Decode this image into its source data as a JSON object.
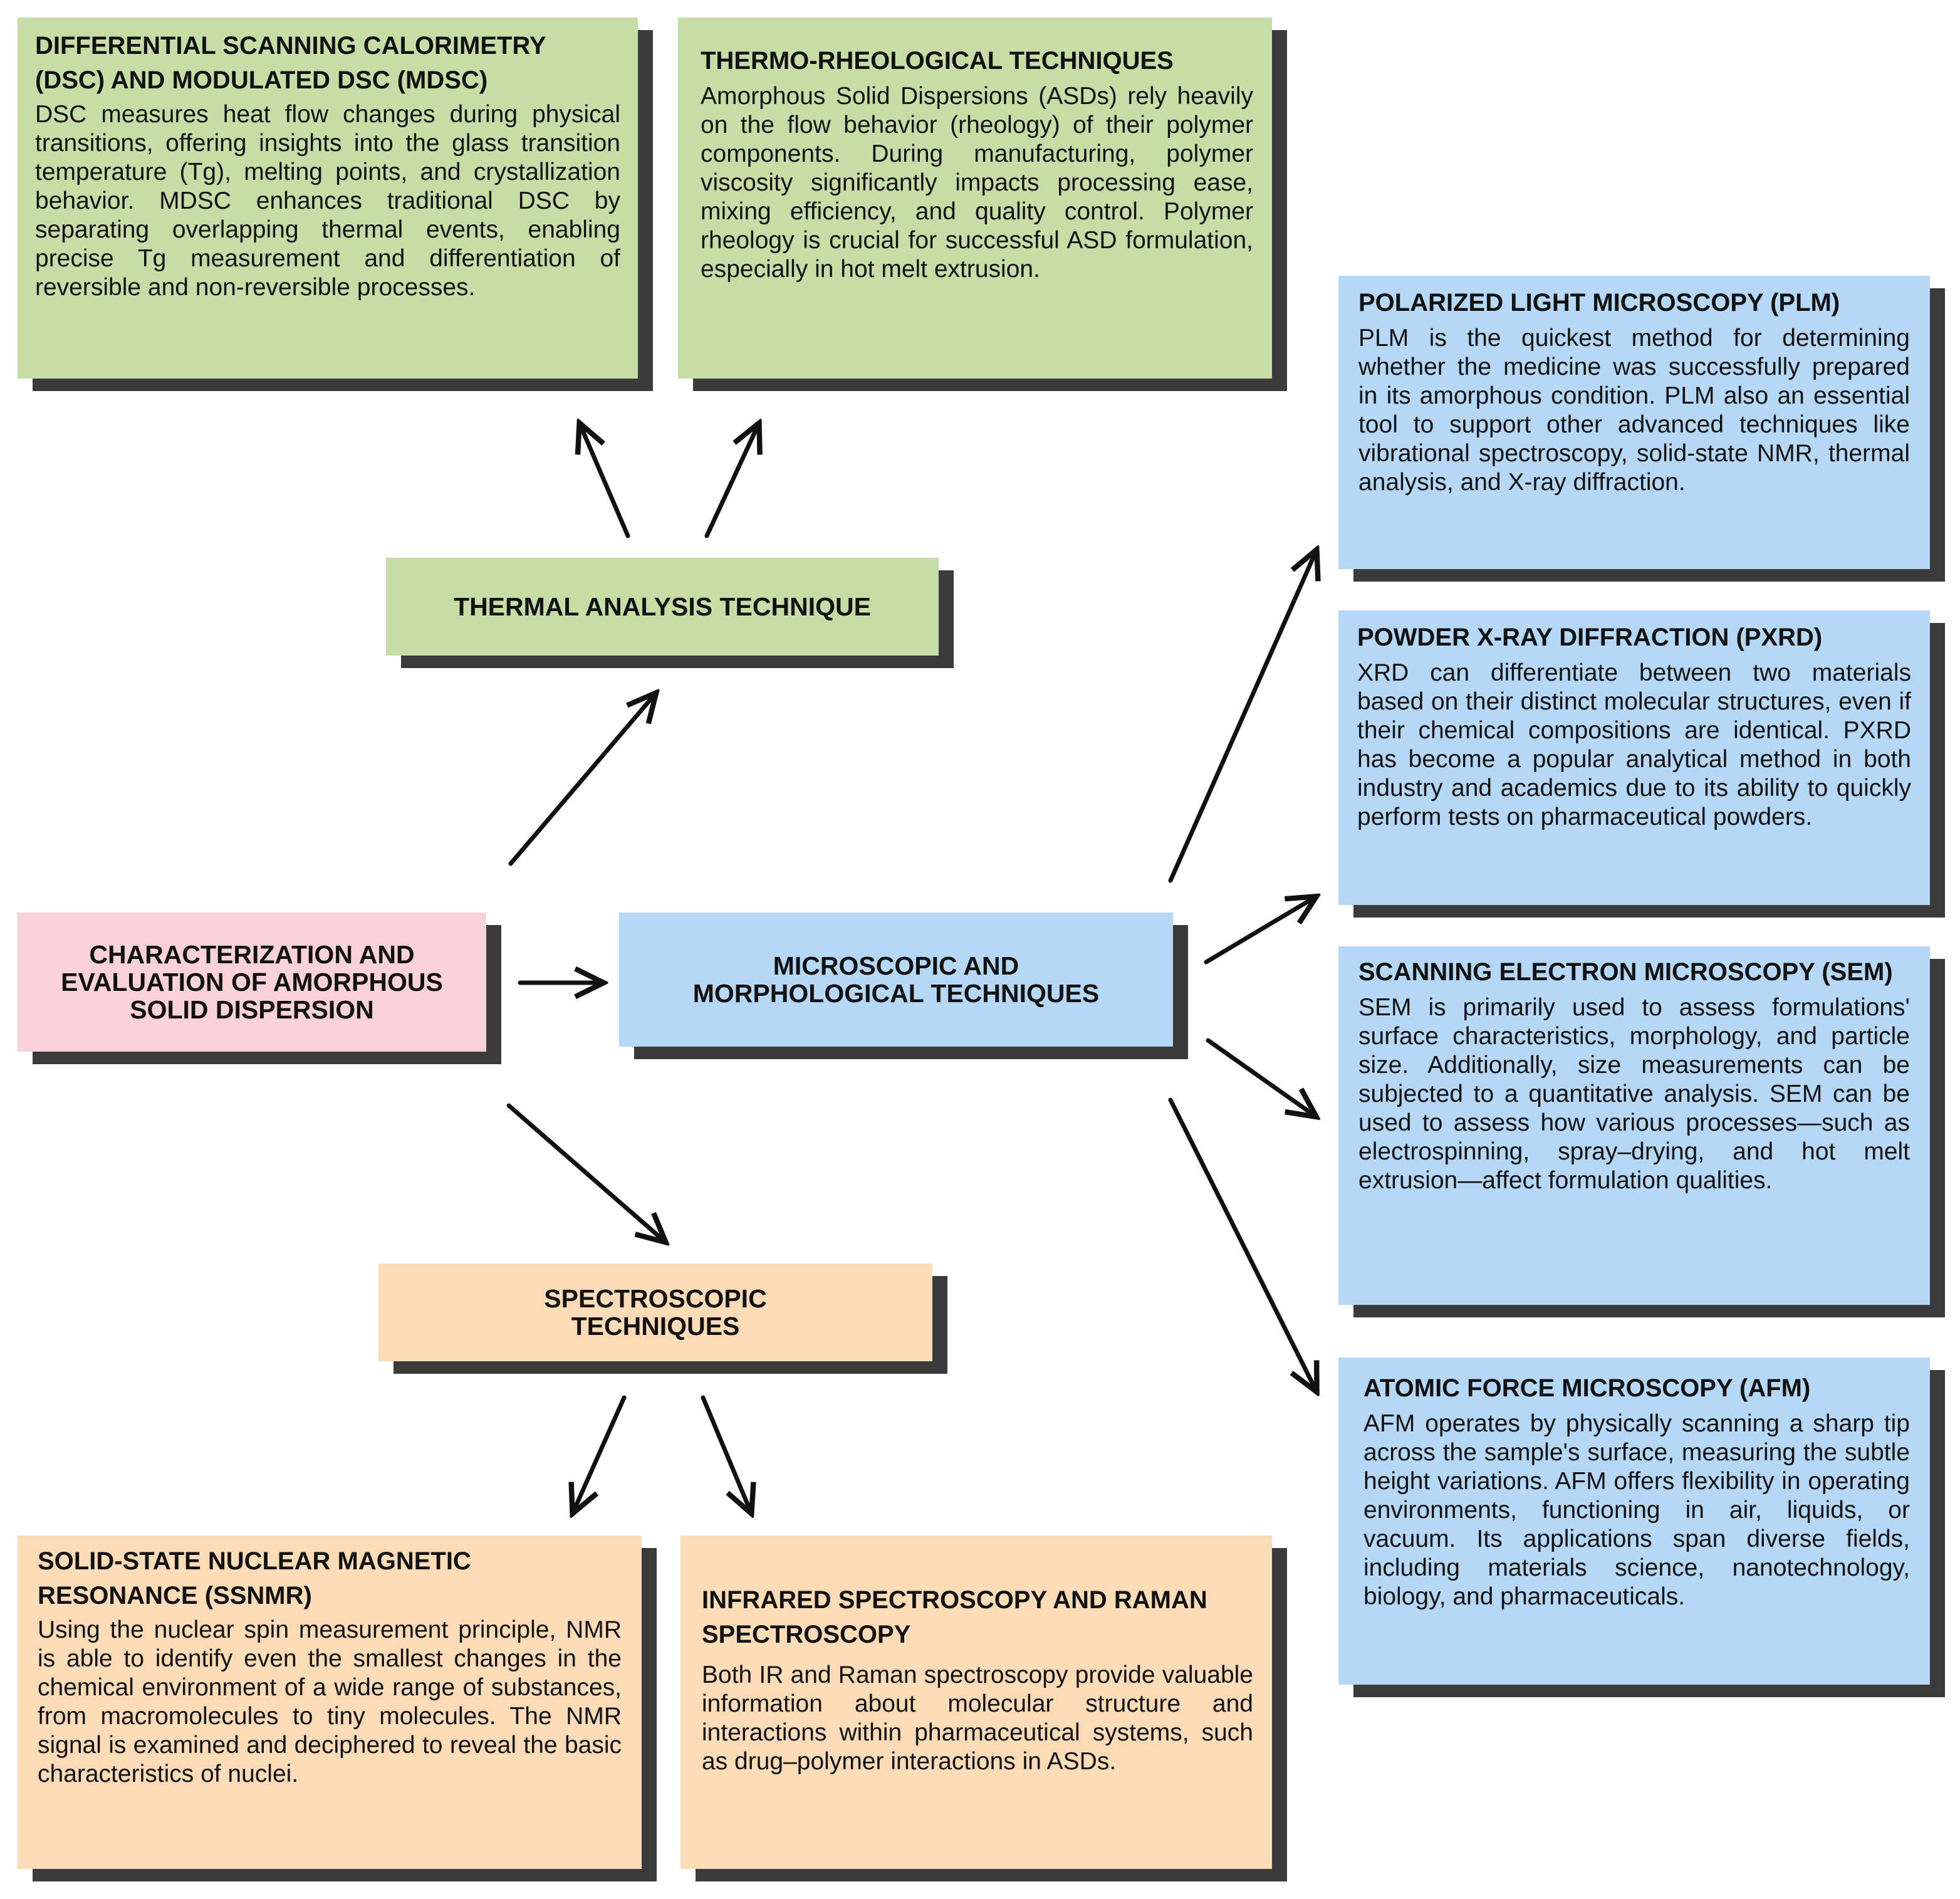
{
  "colors": {
    "green": "#c6dea6",
    "blue": "#b4d8f6",
    "pink": "#f8d2d6",
    "peach": "#fcdcb6",
    "shadow": "#3b3b3b",
    "arrow": "#111111"
  },
  "center": {
    "title": "CHARACTERIZATION AND EVALUATION OF AMORPHOUS SOLID DISPERSION"
  },
  "thermal": {
    "title": "THERMAL ANALYSIS TECHNIQUE",
    "dsc": {
      "title": "DIFFERENTIAL SCANNING CALORIMETRY (DSC) AND MODULATED DSC (MDSC)",
      "body": "DSC measures heat flow changes during physical transitions, offering insights into the glass transition temperature (Tg), melting points, and crystallization behavior. MDSC enhances traditional DSC by separating overlapping thermal events, enabling precise Tg measurement and differentiation of reversible and non-reversible processes."
    },
    "rheo": {
      "title": "THERMO-RHEOLOGICAL TECHNIQUES",
      "body": "Amorphous Solid Dispersions (ASDs) rely heavily on the flow behavior (rheology) of their polymer components. During manufacturing, polymer viscosity significantly impacts processing ease, mixing efficiency, and quality control. Polymer rheology is crucial for successful ASD formulation, especially in hot melt extrusion."
    }
  },
  "microscopic": {
    "title": "MICROSCOPIC AND MORPHOLOGICAL TECHNIQUES",
    "plm": {
      "title": "POLARIZED LIGHT MICROSCOPY (PLM)",
      "body": "PLM is the quickest method for determining whether the medicine was successfully prepared in its amorphous condition. PLM also an essential tool to support other advanced techniques like vibrational spectroscopy, solid-state NMR, thermal analysis, and X-ray diffraction."
    },
    "pxrd": {
      "title": "POWDER X-RAY DIFFRACTION (PXRD)",
      "body": "XRD can differentiate between two materials based on their distinct molecular structures, even if their chemical compositions are identical. PXRD has become a popular analytical method in both industry and academics due to its ability to quickly perform tests on pharmaceutical powders."
    },
    "sem": {
      "title": "SCANNING ELECTRON MICROSCOPY (SEM)",
      "body": "SEM is primarily used to assess formulations' surface characteristics, morphology, and particle size. Additionally, size measurements can be subjected to a quantitative analysis. SEM can be used to assess how various processes—such as electrospinning, spray–drying, and hot melt extrusion—affect formulation qualities."
    },
    "afm": {
      "title": "ATOMIC FORCE MICROSCOPY (AFM)",
      "body": "AFM operates by physically scanning a sharp tip across the sample's surface, measuring the subtle height variations. AFM offers flexibility in operating environments, functioning in air, liquids, or vacuum. Its applications span diverse fields, including materials science, nanotechnology, biology, and pharmaceuticals."
    }
  },
  "spectroscopic": {
    "title": "SPECTROSCOPIC TECHNIQUES",
    "ssnmr": {
      "title": "SOLID-STATE NUCLEAR MAGNETIC RESONANCE (SSNMR)",
      "body": "Using the nuclear spin measurement principle, NMR is able to identify even the smallest changes in the chemical environment of a wide range of substances, from macromolecules to tiny molecules. The NMR signal is examined and deciphered to reveal the basic characteristics of nuclei."
    },
    "ir": {
      "title": "INFRARED SPECTROSCOPY AND RAMAN SPECTROSCOPY",
      "body": "Both IR and Raman spectroscopy provide valuable information about molecular structure and interactions within pharmaceutical systems, such as drug–polymer interactions in ASDs."
    }
  }
}
